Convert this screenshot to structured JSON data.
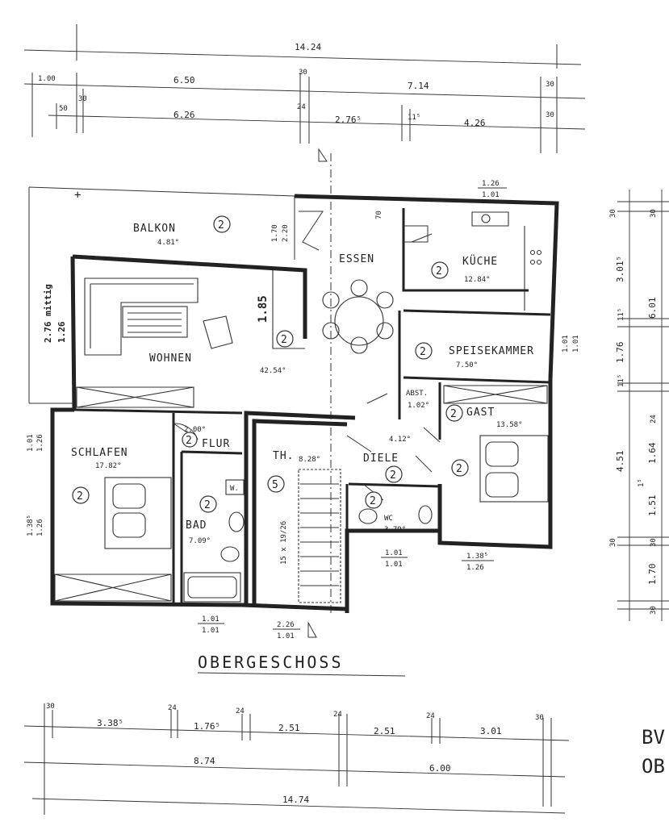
{
  "title": "OBERGESCHOSS",
  "rooms": {
    "balkon": {
      "name": "BALKON",
      "area": "4.81°",
      "code": "2"
    },
    "wohnen": {
      "name": "WOHNEN",
      "area": "42.54°",
      "code": "2"
    },
    "essen": {
      "name": "ESSEN"
    },
    "kueche": {
      "name": "KÜCHE",
      "area": "12.84°",
      "code": "2"
    },
    "speisekammer": {
      "name": "SPEISEKAMMER",
      "area": "7.50°",
      "code": "2"
    },
    "schlafen": {
      "name": "SCHLAFEN",
      "area": "17.82°",
      "code": "2"
    },
    "flur": {
      "name": "FLUR",
      "area": "2.00°",
      "code": "2"
    },
    "bad": {
      "name": "BAD",
      "area": "7.09°",
      "code": "2",
      "w": "W."
    },
    "th": {
      "name": "TH.",
      "area": "8.28°",
      "code": "5",
      "stair": "15 x 19/26"
    },
    "diele": {
      "name": "DIELE",
      "area": "4.12°",
      "code": "2"
    },
    "wc": {
      "name": "WC",
      "area": "3.79°",
      "code": "2"
    },
    "abst": {
      "name": "ABST.",
      "area": "1.02°"
    },
    "gast": {
      "name": "GAST",
      "area": "13.58°",
      "code": "2"
    },
    "gast_extra": {
      "code": "2"
    }
  },
  "top_dims": {
    "row1": {
      "total": "14.24"
    },
    "row2": {
      "a": "1.00",
      "b": "6.50",
      "c": "30",
      "d": "7.14",
      "e": "30"
    },
    "row3": {
      "a": "50",
      "b": "30",
      "c": "6.26",
      "d": "24",
      "e": "2.76⁵",
      "f": "11⁵",
      "g": "4.26",
      "h": "30"
    }
  },
  "bottom_dims": {
    "row1": {
      "a": "30",
      "b": "3.38⁵",
      "c": "24",
      "d": "1.76⁵",
      "e": "24",
      "f": "2.51",
      "g": "24",
      "h": "2.51",
      "i": "24",
      "j": "3.01",
      "k": "30"
    },
    "row2": {
      "a": "8.74",
      "b": "6.00"
    },
    "row3": {
      "total": "14.74"
    }
  },
  "right_dims": [
    "30",
    "30",
    "3.01⁵",
    "6.01",
    "11⁵",
    "1.76",
    "11⁵",
    "24",
    "4.51",
    "1.64",
    "1⁵",
    "1.51",
    "30",
    "30",
    "1.70",
    "30"
  ],
  "openings": {
    "kueche_win": {
      "top": "1.26",
      "bottom": "1.01"
    },
    "speise_win": {
      "top": "1.01",
      "bottom": "1.01"
    },
    "balkon_door": {
      "top": "1.70",
      "bottom": "2.20"
    },
    "essen_70": "70",
    "wohnen_185": "1.85",
    "wohnen_left": {
      "top": "2.76 mittig",
      "bottom": "1.26"
    },
    "schlafen_left1": {
      "top": "1.01",
      "bottom": "1.26"
    },
    "schlafen_left2": {
      "top": "1.38⁵",
      "bottom": "1.26"
    },
    "wc_win": {
      "top": "1.01",
      "bottom": "1.01"
    },
    "gast_win": {
      "top": "1.38⁵",
      "bottom": "1.26"
    },
    "bad_win": {
      "top": "1.01",
      "bottom": "1.01"
    },
    "th_win": {
      "top": "2.26",
      "bottom": "1.01"
    }
  },
  "edge_text": {
    "line1": "BV",
    "line2": "OB"
  }
}
